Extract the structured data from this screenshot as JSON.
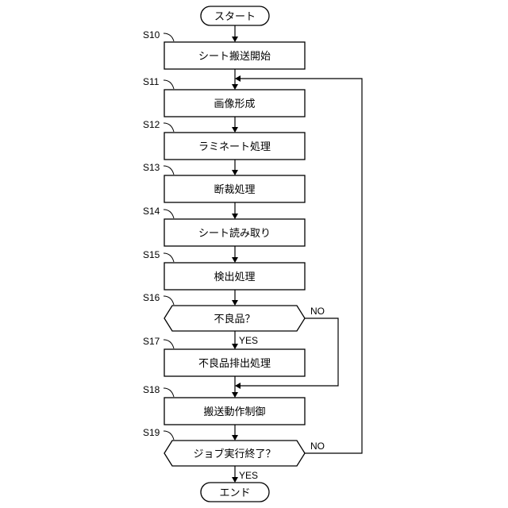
{
  "flowchart": {
    "start": "スタート",
    "end": "エンド",
    "steps": [
      {
        "id": "S10",
        "text": "シート搬送開始"
      },
      {
        "id": "S11",
        "text": "画像形成"
      },
      {
        "id": "S12",
        "text": "ラミネート処理"
      },
      {
        "id": "S13",
        "text": "断裁処理"
      },
      {
        "id": "S14",
        "text": "シート読み取り"
      },
      {
        "id": "S15",
        "text": "検出処理"
      },
      {
        "id": "S16",
        "text": "不良品？"
      },
      {
        "id": "S17",
        "text": "不良品排出処理"
      },
      {
        "id": "S18",
        "text": "搬送動作制御"
      },
      {
        "id": "S19",
        "text": "ジョブ実行終了？"
      }
    ],
    "branches": {
      "yes": "YES",
      "no": "NO"
    }
  }
}
